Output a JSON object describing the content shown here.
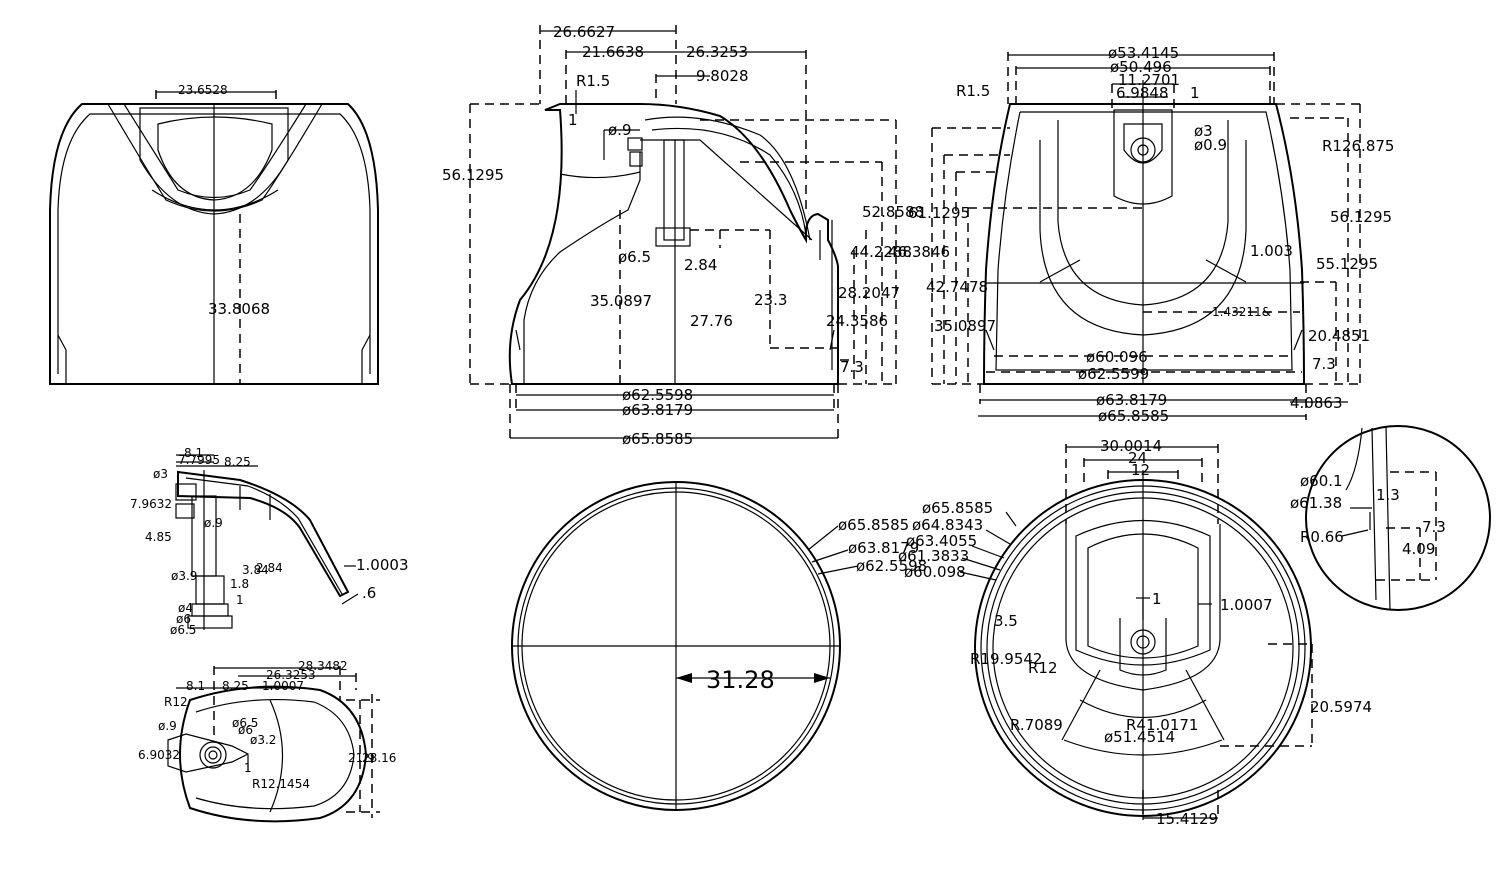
{
  "front_view": {
    "top_width": "23.6528",
    "height": "33.8068"
  },
  "side_section": {
    "d_top1": "26.6627",
    "d_top2": "21.6638",
    "d_top3": "26.3253",
    "d_top4": "9.8028",
    "radius": "R1.5",
    "step": "1",
    "hole_top": "ø.9",
    "height_total": "56.1295",
    "h_52": "52.8588",
    "h_44": "44.2288",
    "h_inner": "35.0897",
    "h_27": "27.76",
    "h_23": "23.3",
    "h_28": "28.2047",
    "h_24": "24.3586",
    "h_7": "7.3",
    "hole_d": "ø6.5",
    "offset": "2.84",
    "base_d1": "ø62.5598",
    "base_d2": "ø63.8179",
    "base_d3": "ø65.8585"
  },
  "rear_view": {
    "w1": "ø53.4145",
    "w2": "ø50.496",
    "w3": "11.2701",
    "w4": "6.9848",
    "step": "1",
    "radius": "R1.5",
    "hole1": "ø3",
    "hole2": "ø0.9",
    "big_radius": "R126.875",
    "h_left1": "61.1295",
    "h_left2": "46.3846",
    "h_left3": "42.7478",
    "h_left4": "35.0897",
    "h_right1": "56.1295",
    "h_right2": "55.1295",
    "wall": "1.003",
    "small": "1.43211&",
    "h_20": "20.4851",
    "h_7": "7.3",
    "b1": "ø60.096",
    "b2": "ø62.5599",
    "b3": "ø63.8179",
    "b4": "ø65.8585",
    "b5": "4.0863"
  },
  "faucet_detail": {
    "d1": "8.1",
    "d2": "7.7995",
    "d3": "8.25",
    "h1": "ø3",
    "h2": "7.9632",
    "h3": "ø.9",
    "h4": "4.85",
    "h5": "ø3.9",
    "h6": "ø4",
    "h7": "ø6",
    "h8": "ø6.5",
    "s1": "3.84",
    "s2": "2.84",
    "s3": "1.8",
    "s4": "1",
    "thick": "1.0003",
    "tip": ".6"
  },
  "top_detail": {
    "d1": "28.3482",
    "d2": "26.3253",
    "d3": "8.1",
    "d4": "8.25",
    "d5": "1.0007",
    "r1": "R12",
    "h1": "ø.9",
    "w1": "6.9032",
    "h2": "ø6.5",
    "h3": "ø6",
    "h4": "ø3.2",
    "step": "1",
    "r2": "R12.1454",
    "right_a": "21.9",
    "right_b": "28.16"
  },
  "base_circle": {
    "d1": "ø65.8585",
    "d2": "ø63.8179",
    "d3": "ø62.5598",
    "radius": "31.28"
  },
  "plan_view": {
    "w1": "30.0014",
    "w2": "24",
    "w3": "12",
    "d1": "ø65.8585",
    "d2": "ø64.8343",
    "d3": "ø63.4055",
    "d4": "ø61.3833",
    "d5": "ø60.098",
    "step": "1",
    "side": "1.0007",
    "r_small": "3.5",
    "r_a": "R19.9542",
    "r_b": "R12",
    "r_c": "R.7089",
    "r_d": "R41.0171",
    "d6": "ø51.4514",
    "h_right": "20.5974",
    "w_bottom": "15.4129"
  },
  "detail_circle": {
    "d1": "ø60.1",
    "d2": "ø61.38",
    "r": "R0.66",
    "h1": "1.3",
    "h2": "7.3",
    "h3": "4.09"
  }
}
